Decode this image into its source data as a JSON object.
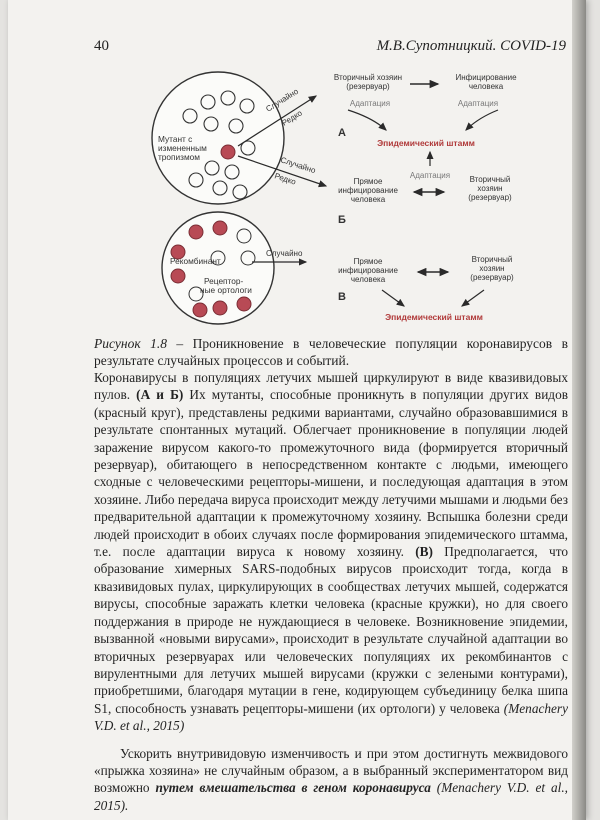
{
  "header": {
    "page_number": "40",
    "running_title": "М.В.Супотницкий. COVID-19"
  },
  "figure": {
    "panel_a": {
      "circle_label": "Мутант с измененным тропизмом",
      "arrow_top": "Случайно",
      "arrow_top_sub": "Редко",
      "arrow_bottom": "Случайно",
      "arrow_bottom_sub": "Редко",
      "node_secondary_host": "Вторичный хозяин (резервуар)",
      "node_human_infection": "Инфицирование человека",
      "adapt_left": "Адаптация",
      "adapt_right": "Адаптация",
      "letter": "А",
      "epidemic_strain": "Эпидемический штамм"
    },
    "panel_b": {
      "adaptation": "Адаптация",
      "direct_infection": "Прямое инфицирование человека",
      "secondary_host": "Вторичный хозяин (резервуар)",
      "letter": "Б"
    },
    "panel_c": {
      "recombinant_label": "Рекомбинант",
      "receptor_label": "Рецептор-ные ортологи",
      "arrow": "Случайно",
      "direct_infection": "Прямое инфицирование человека",
      "secondary_host": "Вторичный хозяин (резервуар)",
      "letter": "В",
      "epidemic_strain": "Эпидемический штамм"
    },
    "colors": {
      "red_circle": "#b84a55",
      "epidemic_text": "#b03a3a"
    }
  },
  "caption": {
    "label": "Рисунок 1.8",
    "text": " – Проникновение в человеческие популяции коронавирусов в результате случайных процессов и событий."
  },
  "body": {
    "p1a": "Коронавирусы в популяциях летучих мышей циркулируют в виде квазивидовых пулов. ",
    "p1b": "(А и Б)",
    "p1c": " Их мутанты, способные проникнуть в популяции других видов (красный круг), представлены редкими вариантами, случайно образовавшимися в результате спонтанных мутаций. Облегчает проникновение в популяции людей заражение вирусом какого-то промежуточного вида (формируется вторичный резервуар), обитающего в непосредственном контакте с людьми, имеющего сходные с человеческими рецепторы-мишени, и последующая адаптация в этом хозяине. Либо передача вируса происходит между летучими мышами и людьми без предварительной адаптации к промежуточному хозяину. Вспышка болезни среди людей происходит в обоих случаях после формирования эпидемического штамма, т.е. после адаптации вируса к новому хозяину. ",
    "p1d": "(В)",
    "p1e": " Предполагается, что образование химерных SARS-подобных вирусов происходит тогда, когда в квазивидовых пулах, циркулирующих в сообществах летучих мышей, содержатся вирусы, способные заражать клетки человека (красные кружки), но для своего поддержания в природе не нуждающиеся в человеке. Возникновение эпидемии, вызванной «новыми вирусами», происходит в результате случайной адаптации во вторичных резервуарах или человеческих популяциях их рекомбинантов с вирулентными для летучих мышей вирусами (кружки с зелеными контурами), приобретшими, благодаря мутации в гене, кодирующем субъединицу белка шипа S1, способность узнавать рецепторы-мишени (их ортологи) у человека ",
    "p1f": "(Menachery V.D. et al., 2015)",
    "p2a": "Ускорить внутривидовую изменчивость и при этом достигнуть межвидового «прыжка хозяина» не случайным образом, а в выбранный экспериментатором вид возможно ",
    "p2b": "путем вмешательства в геном коронавируса",
    "p2c": " ",
    "p2d": "(Menachery V.D. et al., 2015)."
  }
}
